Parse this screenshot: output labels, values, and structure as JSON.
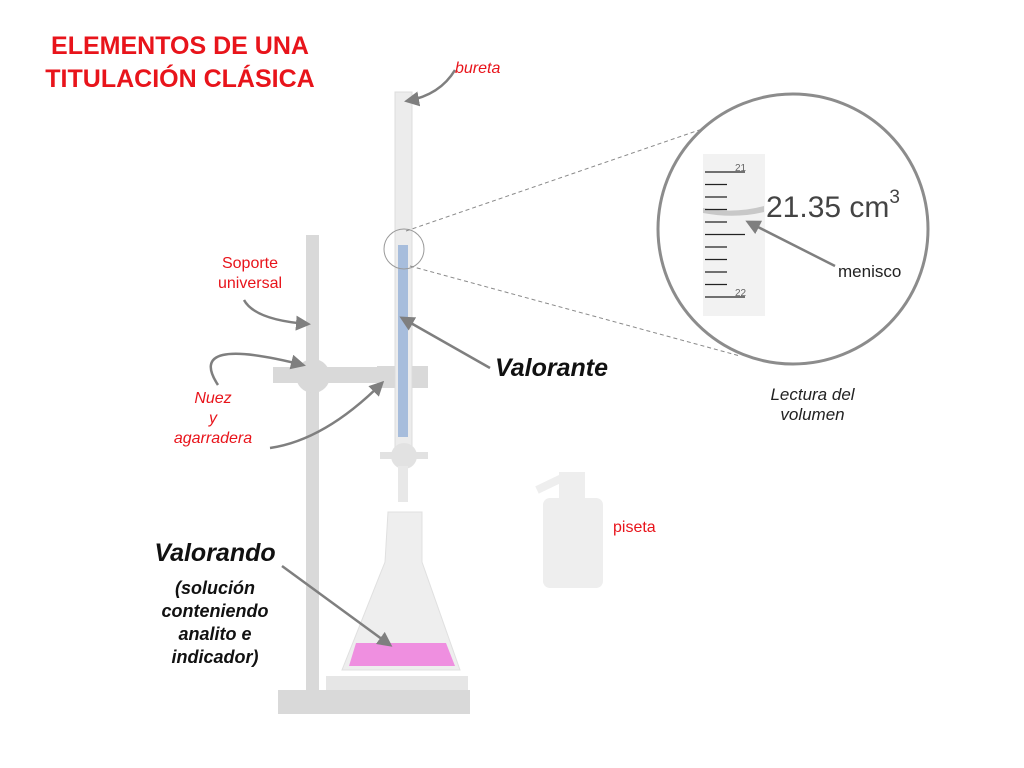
{
  "title": {
    "line1": "ELEMENTOS DE UNA",
    "line2": "TITULACIÓN CLÁSICA"
  },
  "labels": {
    "bureta": "bureta",
    "soporte_line1": "Soporte",
    "soporte_line2": "universal",
    "nuez_line1": "Nuez",
    "nuez_line2": "y",
    "nuez_line3": "agarradera",
    "valorante": "Valorante",
    "valorando": "Valorando",
    "valorando_note": [
      "(solución",
      "conteniendo",
      "analito e",
      "indicador)"
    ],
    "piseta": "piseta",
    "menisco": "menisco",
    "lectura_line1": "Lectura del",
    "lectura_line2": "volumen"
  },
  "reading": {
    "value": "21.35 cm",
    "exponent": "3",
    "scale_top": "21",
    "scale_bottom": "22"
  },
  "colors": {
    "title": "#e8141b",
    "label": "#e8141b",
    "titrant": "#a7bddc",
    "analyte": "#ef8fe0",
    "apparatus": "#d9d9d9",
    "arrow": "#7f7f7f"
  }
}
